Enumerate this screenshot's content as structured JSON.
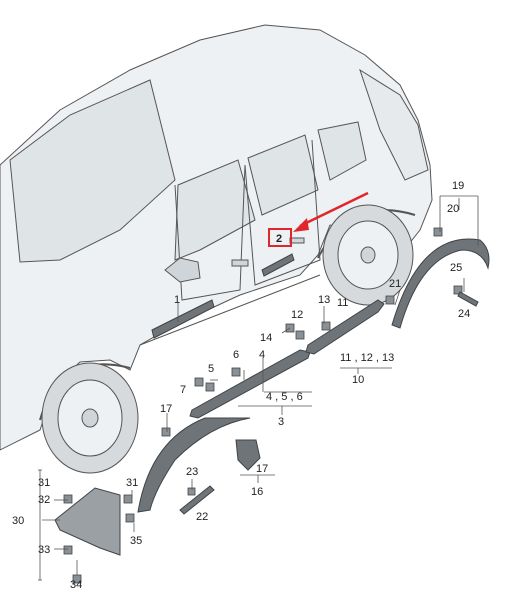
{
  "colors": {
    "line": "#555555",
    "body_fill": "#eef1f3",
    "glass_fill": "#dfe4e7",
    "part_fill": "#6f7479",
    "part_dark": "#3f4448",
    "highlight": "#e0262b"
  },
  "highlight_callout": "2",
  "callouts": {
    "c1": "1",
    "c2": "2",
    "c3": "3",
    "c4": "4",
    "c456": "4 , 5 , 6",
    "c5": "5",
    "c6": "6",
    "c7": "7",
    "c10": "10",
    "c11": "11",
    "c111213": "11 , 12 , 13",
    "c12": "12",
    "c13": "13",
    "c14": "14",
    "c16": "16",
    "c17a": "17",
    "c17b": "17",
    "c19": "19",
    "c20": "20",
    "c21": "21",
    "c22": "22",
    "c23": "23",
    "c24": "24",
    "c25": "25",
    "c30": "30",
    "c31a": "31",
    "c31b": "31",
    "c32": "32",
    "c33": "33",
    "c34": "34",
    "c35": "35"
  }
}
